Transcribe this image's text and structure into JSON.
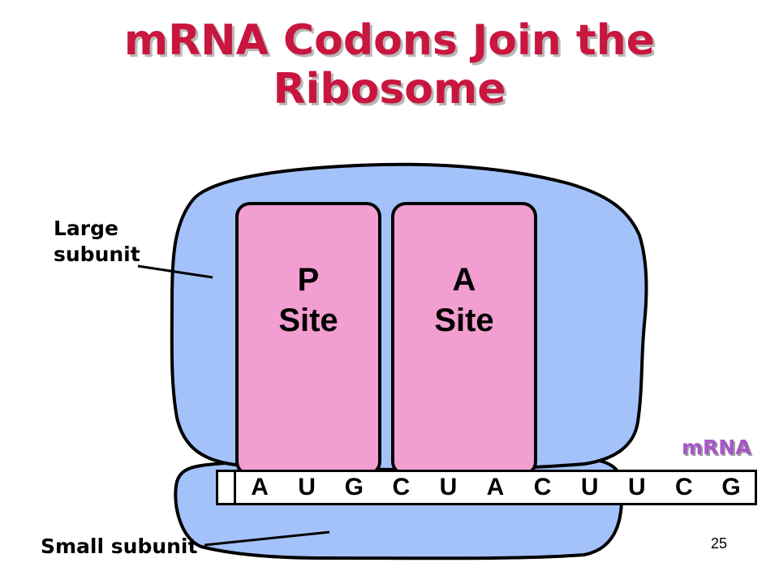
{
  "slide": {
    "title_line1": "mRNA Codons Join the",
    "title_line2": "Ribosome",
    "page_number": "25"
  },
  "labels": {
    "large_subunit_line1": "Large",
    "large_subunit_line2": "subunit",
    "small_subunit": "Small subunit",
    "mrna": "mRNA"
  },
  "sites": {
    "p_letter": "P",
    "p_word": "Site",
    "a_letter": "A",
    "a_word": "Site"
  },
  "mrna_sequence": [
    "A",
    "U",
    "G",
    "C",
    "U",
    "A",
    "C",
    "U",
    "U",
    "C",
    "G"
  ],
  "colors": {
    "title": "#c8163f",
    "subunit_fill": "#a4c2fa",
    "site_fill": "#f29ed0",
    "mrna_label": "#a855c8",
    "outline": "#000000"
  }
}
